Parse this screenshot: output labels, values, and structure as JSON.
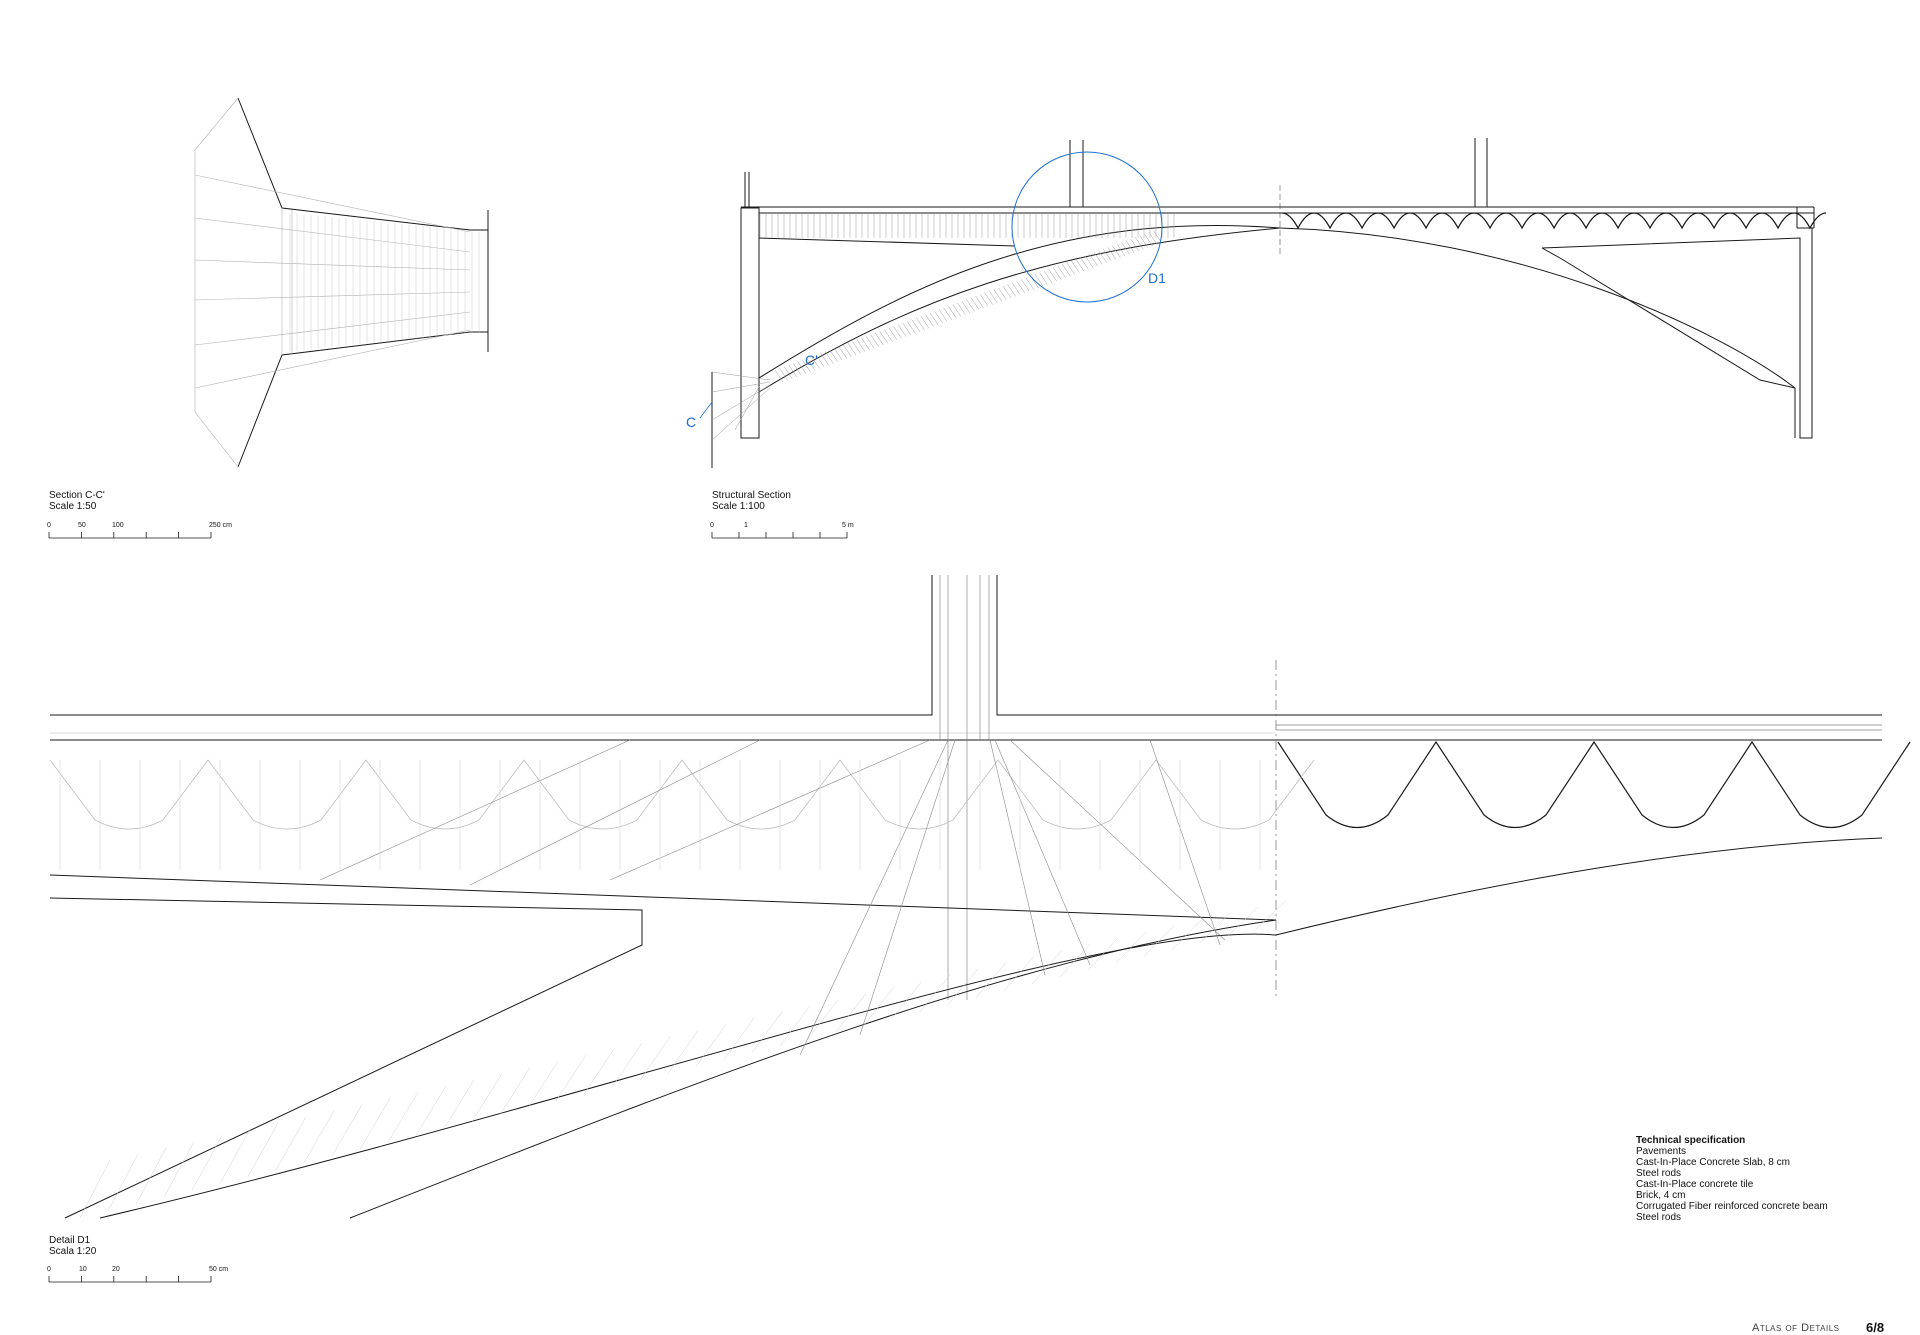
{
  "drawings": [
    {
      "id": "section-cc",
      "title": "Section C-C'",
      "scale": "Scale 1:50",
      "scale_ticks": [
        "0",
        "50",
        "100",
        "250 cm"
      ]
    },
    {
      "id": "structural-section",
      "title": "Structural Section",
      "scale": "Scale 1:100",
      "scale_ticks": [
        "0",
        "1",
        "5 m"
      ]
    },
    {
      "id": "detail-d1",
      "title": "Detail D1",
      "scale": "Scala 1:20",
      "scale_ticks": [
        "0",
        "10",
        "20",
        "50 cm"
      ]
    }
  ],
  "callouts": {
    "detail": "D1",
    "cut_start": "C",
    "cut_end": "C'"
  },
  "spec": {
    "title": "Technical specification",
    "items": [
      "Pavements",
      "Cast-In-Place Concrete Slab, 8 cm",
      "Steel rods",
      "Cast-In-Place concrete tile",
      "Brick, 4 cm",
      "Corrugated Fiber reinforced concrete beam",
      "Steel rods"
    ]
  },
  "footer": {
    "series": "Atlas of Details",
    "page": "6/8"
  },
  "colors": {
    "line": "#1a1a1a",
    "light_line": "#9a9a9a",
    "callout": "#1f6fd0"
  }
}
